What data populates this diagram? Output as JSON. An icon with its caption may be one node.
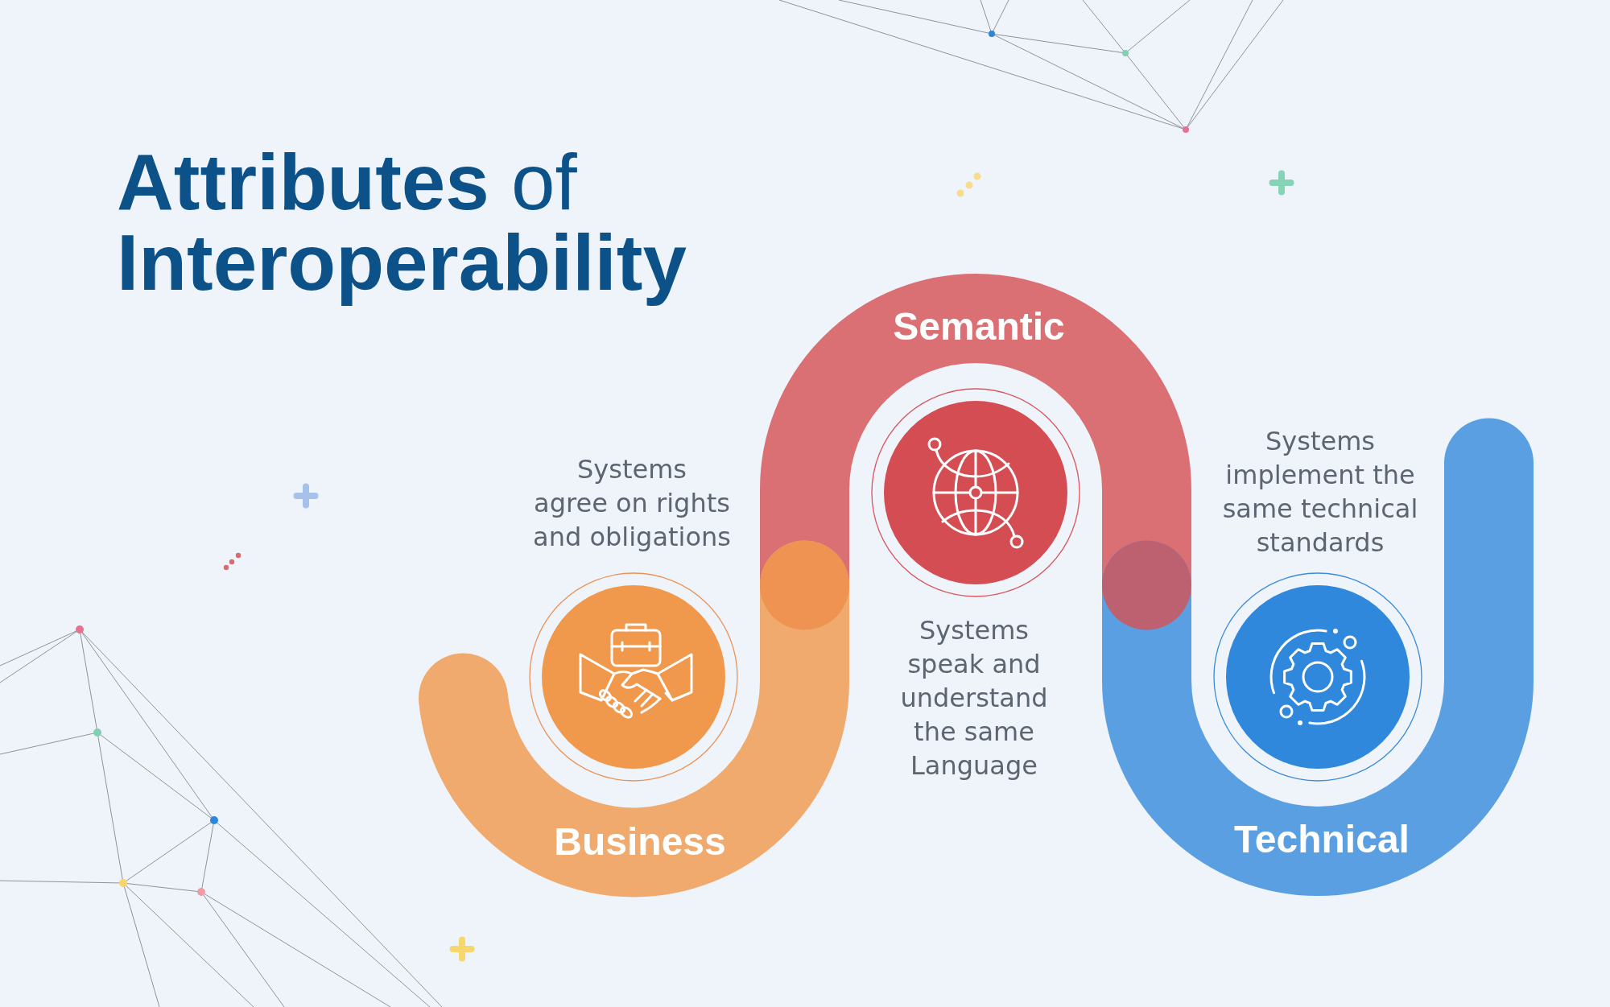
{
  "diagram": {
    "title": "**Attributes** of **Interoperability**",
    "nodes": [
      {
        "text": [
          "Business"
        ],
        "beside": [
          "Systems agree on rights and obligations"
        ]
      },
      {
        "text": [
          "Semantic"
        ],
        "beside": [
          "Systems speak and understand the same Language"
        ]
      },
      {
        "text": [
          "Systems implement the same technical standards",
          "Technical"
        ]
      }
    ]
  }
}
